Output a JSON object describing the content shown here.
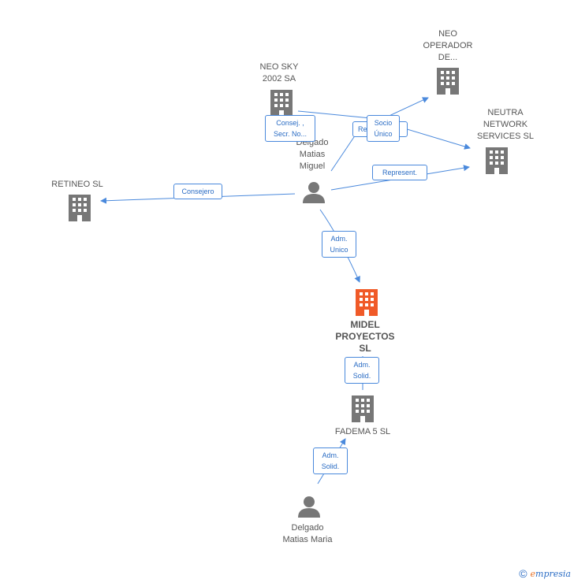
{
  "nodes": {
    "neo_operador": {
      "label": "NEO\nOPERADOR\nDE..."
    },
    "neo_sky": {
      "label": "NEO SKY\n2002 SA"
    },
    "neutra": {
      "label": "NEUTRA\nNETWORK\nSERVICES  SL"
    },
    "retineo": {
      "label": "RETINEO SL"
    },
    "delgado_miguel": {
      "label": "Delgado\nMatias\nMiguel"
    },
    "midel": {
      "label": "MIDEL\nPROYECTOS\nSL"
    },
    "fadema": {
      "label": "FADEMA 5 SL"
    },
    "delgado_maria": {
      "label": "Delgado\nMatias Maria"
    }
  },
  "edges": {
    "consej": "Consej. ,\nSecr. No...",
    "re": "Re",
    "socio": "Socio\nÚnico",
    "represent": "Represent.",
    "consejero": "Consejero",
    "adm_unico": "Adm.\nUnico",
    "adm_solid_1": "Adm.\nSolid.",
    "adm_solid_2": "Adm.\nSolid."
  },
  "colors": {
    "edge": "#4a89dc",
    "building": "#777777",
    "main_building": "#f05a28",
    "person": "#777777"
  },
  "footer": {
    "copyright": "©",
    "brand_first": "e",
    "brand_rest": "mpresia"
  }
}
